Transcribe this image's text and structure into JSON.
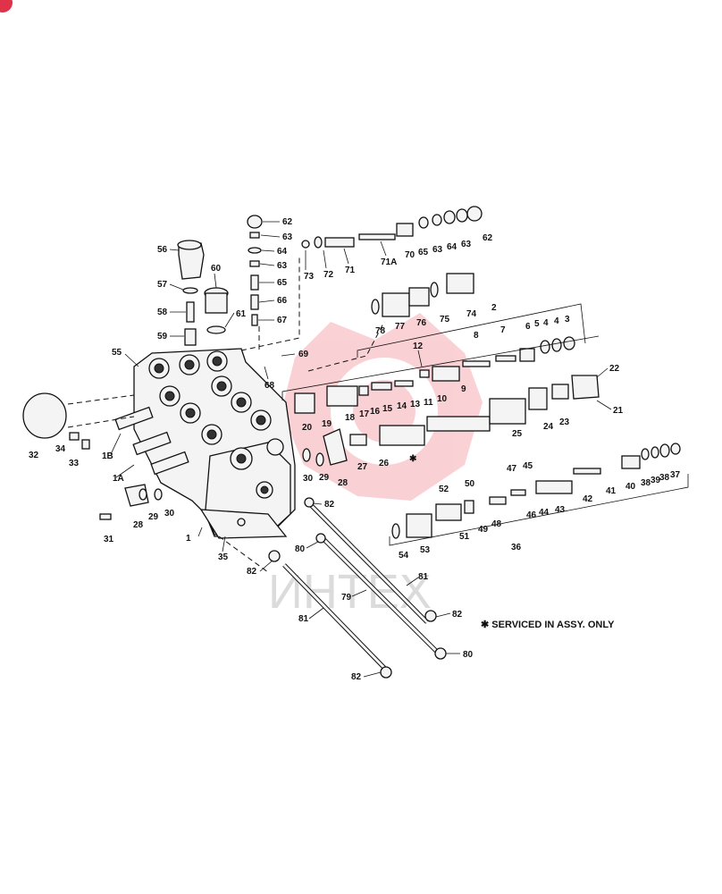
{
  "note": "✱ SERVICED IN ASSY. ONLY",
  "watermark": "ИНТЕХ",
  "colors": {
    "watermark_red": "#e8323f",
    "ink": "#111111",
    "badge": "#e0334a"
  },
  "labels": [
    {
      "id": "62a",
      "t": "62"
    },
    {
      "id": "63a",
      "t": "63"
    },
    {
      "id": "64a",
      "t": "64"
    },
    {
      "id": "63b",
      "t": "63"
    },
    {
      "id": "65a",
      "t": "65"
    },
    {
      "id": "66",
      "t": "66"
    },
    {
      "id": "67",
      "t": "67"
    },
    {
      "id": "56",
      "t": "56"
    },
    {
      "id": "57",
      "t": "57"
    },
    {
      "id": "58",
      "t": "58"
    },
    {
      "id": "59",
      "t": "59"
    },
    {
      "id": "60",
      "t": "60"
    },
    {
      "id": "61",
      "t": "61"
    },
    {
      "id": "73",
      "t": "73"
    },
    {
      "id": "72",
      "t": "72"
    },
    {
      "id": "71",
      "t": "71"
    },
    {
      "id": "71A",
      "t": "71A"
    },
    {
      "id": "70",
      "t": "70"
    },
    {
      "id": "65b",
      "t": "65"
    },
    {
      "id": "63c",
      "t": "63"
    },
    {
      "id": "64b",
      "t": "64"
    },
    {
      "id": "63d",
      "t": "63"
    },
    {
      "id": "62b",
      "t": "62"
    },
    {
      "id": "78",
      "t": "78"
    },
    {
      "id": "77",
      "t": "77"
    },
    {
      "id": "76",
      "t": "76"
    },
    {
      "id": "75",
      "t": "75"
    },
    {
      "id": "74",
      "t": "74"
    },
    {
      "id": "2",
      "t": "2"
    },
    {
      "id": "8",
      "t": "8"
    },
    {
      "id": "7",
      "t": "7"
    },
    {
      "id": "6",
      "t": "6"
    },
    {
      "id": "5",
      "t": "5"
    },
    {
      "id": "4a",
      "t": "4"
    },
    {
      "id": "4b",
      "t": "4"
    },
    {
      "id": "3",
      "t": "3"
    },
    {
      "id": "12",
      "t": "12"
    },
    {
      "id": "55",
      "t": "55"
    },
    {
      "id": "69",
      "t": "69"
    },
    {
      "id": "68",
      "t": "68"
    },
    {
      "id": "20",
      "t": "20"
    },
    {
      "id": "19",
      "t": "19"
    },
    {
      "id": "18",
      "t": "18"
    },
    {
      "id": "17",
      "t": "17"
    },
    {
      "id": "16",
      "t": "16"
    },
    {
      "id": "15",
      "t": "15"
    },
    {
      "id": "14",
      "t": "14"
    },
    {
      "id": "13",
      "t": "13"
    },
    {
      "id": "11",
      "t": "11"
    },
    {
      "id": "10",
      "t": "10"
    },
    {
      "id": "9",
      "t": "9"
    },
    {
      "id": "22",
      "t": "22"
    },
    {
      "id": "21",
      "t": "21"
    },
    {
      "id": "23",
      "t": "23"
    },
    {
      "id": "24",
      "t": "24"
    },
    {
      "id": "25",
      "t": "25"
    },
    {
      "id": "32",
      "t": "32"
    },
    {
      "id": "34",
      "t": "34"
    },
    {
      "id": "33",
      "t": "33"
    },
    {
      "id": "1B",
      "t": "1B"
    },
    {
      "id": "1A",
      "t": "1A"
    },
    {
      "id": "30a",
      "t": "30"
    },
    {
      "id": "29a",
      "t": "29"
    },
    {
      "id": "28a",
      "t": "28"
    },
    {
      "id": "27",
      "t": "27"
    },
    {
      "id": "26",
      "t": "26"
    },
    {
      "id": "28b",
      "t": "28"
    },
    {
      "id": "29b",
      "t": "29"
    },
    {
      "id": "30b",
      "t": "30"
    },
    {
      "id": "31",
      "t": "31"
    },
    {
      "id": "1",
      "t": "1"
    },
    {
      "id": "47",
      "t": "47"
    },
    {
      "id": "45",
      "t": "45"
    },
    {
      "id": "46",
      "t": "46"
    },
    {
      "id": "44",
      "t": "44"
    },
    {
      "id": "43",
      "t": "43"
    },
    {
      "id": "42",
      "t": "42"
    },
    {
      "id": "41",
      "t": "41"
    },
    {
      "id": "40",
      "t": "40"
    },
    {
      "id": "38a",
      "t": "38"
    },
    {
      "id": "39",
      "t": "39"
    },
    {
      "id": "38b",
      "t": "38"
    },
    {
      "id": "37",
      "t": "37"
    },
    {
      "id": "52",
      "t": "52"
    },
    {
      "id": "50",
      "t": "50"
    },
    {
      "id": "51",
      "t": "51"
    },
    {
      "id": "49",
      "t": "49"
    },
    {
      "id": "48",
      "t": "48"
    },
    {
      "id": "54",
      "t": "54"
    },
    {
      "id": "53",
      "t": "53"
    },
    {
      "id": "36",
      "t": "36"
    },
    {
      "id": "35",
      "t": "35"
    },
    {
      "id": "82a",
      "t": "82"
    },
    {
      "id": "80a",
      "t": "80"
    },
    {
      "id": "82b",
      "t": "82"
    },
    {
      "id": "81a",
      "t": "81"
    },
    {
      "id": "79",
      "t": "79"
    },
    {
      "id": "82c",
      "t": "82"
    },
    {
      "id": "81b",
      "t": "81"
    },
    {
      "id": "80b",
      "t": "80"
    },
    {
      "id": "82d",
      "t": "82"
    },
    {
      "id": "star",
      "t": "✱"
    }
  ]
}
